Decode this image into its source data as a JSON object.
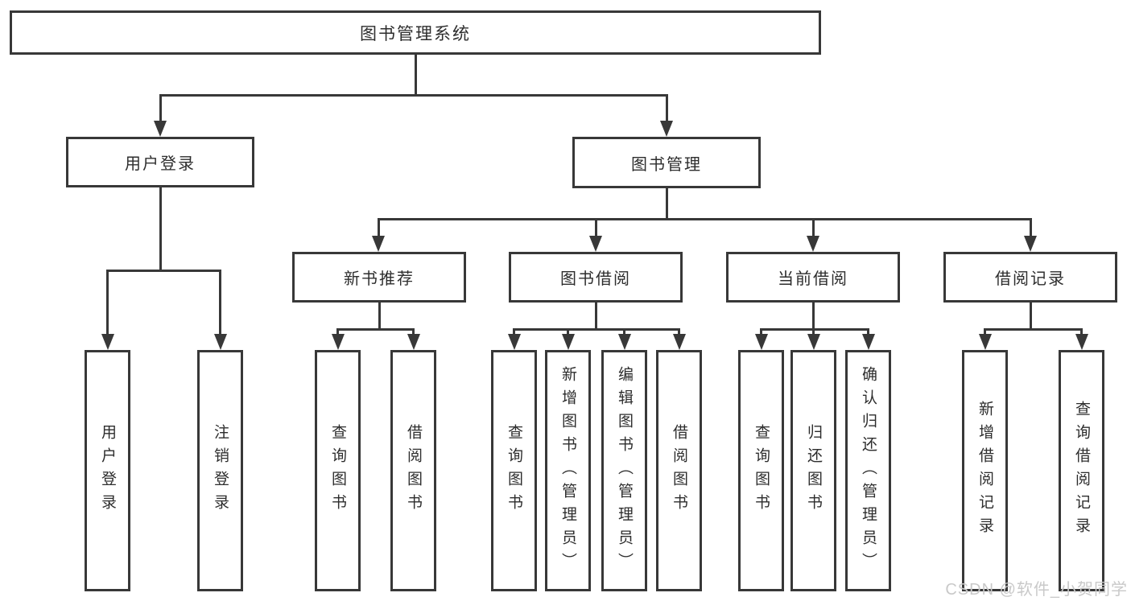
{
  "diagram": {
    "type": "tree",
    "root": {
      "label": "图书管理系统",
      "children": [
        {
          "label": "用户登录",
          "children": [
            {
              "label": "用户登录"
            },
            {
              "label": "注销登录"
            }
          ]
        },
        {
          "label": "图书管理",
          "children": [
            {
              "label": "新书推荐",
              "children": [
                {
                  "label": "查询图书"
                },
                {
                  "label": "借阅图书"
                }
              ]
            },
            {
              "label": "图书借阅",
              "children": [
                {
                  "label": "查询图书"
                },
                {
                  "label": "新增图书（管理员）"
                },
                {
                  "label": "编辑图书（管理员）"
                },
                {
                  "label": "借阅图书"
                }
              ]
            },
            {
              "label": "当前借阅",
              "children": [
                {
                  "label": "查询图书"
                },
                {
                  "label": "归还图书"
                },
                {
                  "label": "确认归还（管理员）"
                }
              ]
            },
            {
              "label": "借阅记录",
              "children": [
                {
                  "label": "新增借阅记录"
                },
                {
                  "label": "查询借阅记录"
                }
              ]
            }
          ]
        }
      ]
    }
  },
  "watermark": "CSDN @软件_小贺同学",
  "colors": {
    "line": "#383838",
    "text": "#2d2d2d",
    "watermark": "#c9c9c9",
    "background": "#ffffff"
  }
}
